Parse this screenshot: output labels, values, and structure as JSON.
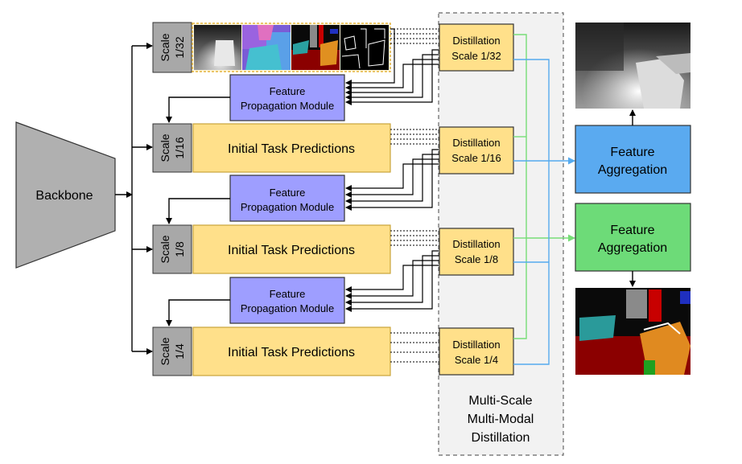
{
  "backbone": {
    "label": "Backbone",
    "color": "#b0b0b0"
  },
  "scales": [
    {
      "label_line1": "Scale",
      "label_line2": "1/32"
    },
    {
      "label_line1": "Scale",
      "label_line2": "1/16"
    },
    {
      "label_line1": "Scale",
      "label_line2": "1/8"
    },
    {
      "label_line1": "Scale",
      "label_line2": "1/4"
    }
  ],
  "initial_task_predictions": "Initial Task Predictions",
  "fpm": {
    "line1": "Feature",
    "line2": "Propagation Module"
  },
  "distillation": [
    {
      "line1": "Distillation",
      "line2": "Scale 1/32"
    },
    {
      "line1": "Distillation",
      "line2": "Scale 1/16"
    },
    {
      "line1": "Distillation",
      "line2": "Scale 1/8"
    },
    {
      "line1": "Distillation",
      "line2": "Scale 1/4"
    }
  ],
  "distillation_region": {
    "line1": "Multi-Scale",
    "line2": "Multi-Modal",
    "line3": "Distillation"
  },
  "aggregation_depth": {
    "line1": "Feature",
    "line2": "Aggregation"
  },
  "aggregation_seg": {
    "line1": "Feature",
    "line2": "Aggregation"
  },
  "colors": {
    "prediction_fill": "#ffe08a",
    "prediction_border": "#c9a43a",
    "fpm_fill": "#9e9eff",
    "scale_fill": "#a8a8a8",
    "depth_branch": "#55aaee",
    "seg_branch": "#77dd77",
    "aggregation_depth_fill": "#5aaaf0",
    "aggregation_seg_fill": "#6ddb78"
  }
}
